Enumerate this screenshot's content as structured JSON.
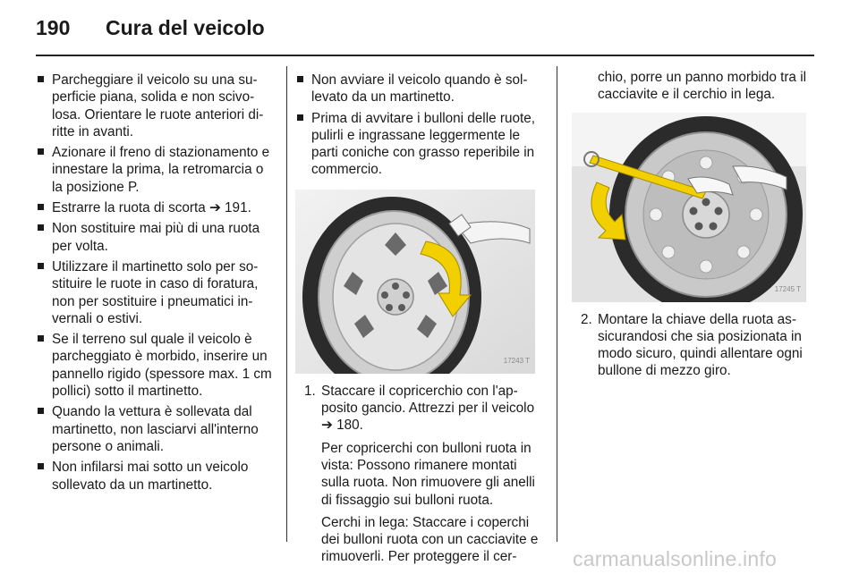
{
  "header": {
    "page_number": "190",
    "title": "Cura del veicolo"
  },
  "column1": {
    "bullets": [
      "Parcheggiare il veicolo su una su­perficie piana, solida e non scivo­losa. Orientare le ruote anteriori di­ritte in avanti.",
      "Azionare il freno di stazionamento e innestare la prima, la retromarcia o la posizione P.",
      "Estrarre la ruota di scorta ➔ 191.",
      "Non sostituire mai più di una ruota per volta.",
      "Utilizzare il martinetto solo per so­stituire le ruote in caso di foratura, non per sostituire i pneumatici in­vernali o estivi.",
      "Se il terreno sul quale il veicolo è parcheggiato è morbido, inserire un pannello rigido (spessore max. 1 cm pollici) sotto il martinetto.",
      "Quando la vettura è sollevata dal martinetto, non lasciarvi all'interno persone o animali.",
      "Non infilarsi mai sotto un veicolo sollevato da un martinetto."
    ]
  },
  "column2": {
    "bullets": [
      "Non avviare il veicolo quando è sol­levato da un martinetto.",
      "Prima di avvitare i bulloni delle ruote, pulirli e ingrassane legger­mente le parti coniche con grasso reperibile in commercio."
    ],
    "figure_code": "17243 T",
    "step1": {
      "number": "1.",
      "paragraphs": [
        "Staccare il copricerchio con l'ap­posito gancio. Attrezzi per il vei­colo ➔ 180.",
        "Per copricerchi con bulloni ruota in vista: Possono rimanere mon­tati sulla ruota. Non rimuovere gli anelli di fissaggio sui bulloni ruota.",
        "Cerchi in lega: Staccare i coperchi dei bulloni ruota con un cacciavite e rimuoverli. Per proteggere il cer-"
      ]
    }
  },
  "column3": {
    "continuation": "chio, porre un panno morbido tra il cacciavite e il cerchio in lega.",
    "figure_code": "17245 T",
    "step2": {
      "number": "2.",
      "text": "Montare la chiave della ruota as­sicurandosi che sia posizionata in modo sicuro, quindi allentare ogni bullone di mezzo giro."
    }
  },
  "watermark": "carmanualsonline.info",
  "colors": {
    "text": "#1a1a1a",
    "arrow_yellow": "#f2d000",
    "photo_bg": "#e6e6e6",
    "tire_dark": "#2b2b2b"
  }
}
